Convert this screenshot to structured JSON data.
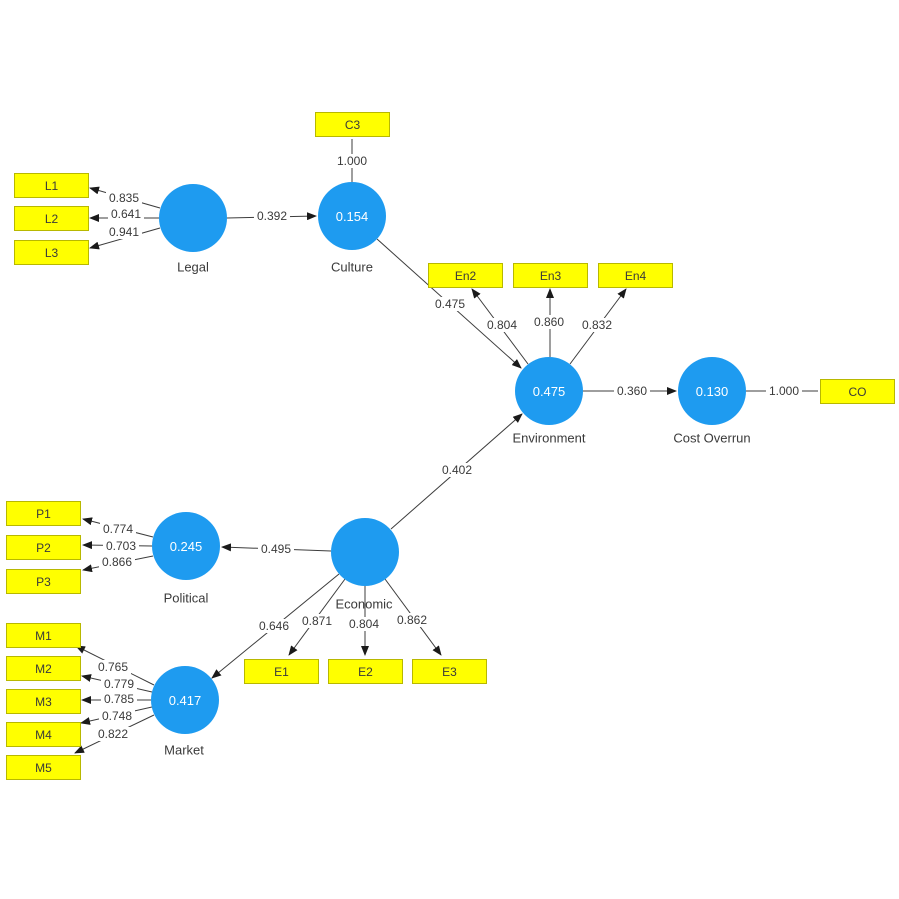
{
  "diagram": {
    "kind": "PLS-SEM path model",
    "colors": {
      "indicator_fill": "#ffff00",
      "indicator_border": "#b8b800",
      "latent_fill": "#1e9bf0",
      "connector": "#3c3c3c",
      "label_text": "#3a3a3a"
    }
  },
  "nodes": {
    "legal": {
      "label": "Legal"
    },
    "culture": {
      "label": "Culture",
      "r_square": "0.154"
    },
    "environment": {
      "label": "Environment",
      "r_square": "0.475"
    },
    "cost_overrun": {
      "label": "Cost Overrun",
      "r_square": "0.130"
    },
    "political": {
      "label": "Political",
      "r_square": "0.245"
    },
    "economic": {
      "label": "Economic"
    },
    "market": {
      "label": "Market",
      "r_square": "0.417"
    }
  },
  "indicators": {
    "c3": {
      "label": "C3",
      "loading": "1.000"
    },
    "l1": {
      "label": "L1",
      "loading": "0.835"
    },
    "l2": {
      "label": "L2",
      "loading": "0.641"
    },
    "l3": {
      "label": "L3",
      "loading": "0.941"
    },
    "en2": {
      "label": "En2",
      "loading": "0.804"
    },
    "en3": {
      "label": "En3",
      "loading": "0.860"
    },
    "en4": {
      "label": "En4",
      "loading": "0.832"
    },
    "co": {
      "label": "CO",
      "loading": "1.000"
    },
    "p1": {
      "label": "P1",
      "loading": "0.774"
    },
    "p2": {
      "label": "P2",
      "loading": "0.703"
    },
    "p3": {
      "label": "P3",
      "loading": "0.866"
    },
    "m1": {
      "label": "M1",
      "loading": "0.765"
    },
    "m2": {
      "label": "M2",
      "loading": "0.779"
    },
    "m3": {
      "label": "M3",
      "loading": "0.785"
    },
    "m4": {
      "label": "M4",
      "loading": "0.748"
    },
    "m5": {
      "label": "M5",
      "loading": "0.822"
    },
    "e1": {
      "label": "E1",
      "loading": "0.871"
    },
    "e2": {
      "label": "E2",
      "loading": "0.804"
    },
    "e3": {
      "label": "E3",
      "loading": "0.862"
    }
  },
  "paths": {
    "legal_to_culture": {
      "coef": "0.392"
    },
    "culture_to_environment": {
      "coef": "0.475"
    },
    "economic_to_environment": {
      "coef": "0.402"
    },
    "economic_to_political": {
      "coef": "0.495"
    },
    "economic_to_market": {
      "coef": "0.646"
    },
    "environment_to_cost_overrun": {
      "coef": "0.360"
    }
  }
}
